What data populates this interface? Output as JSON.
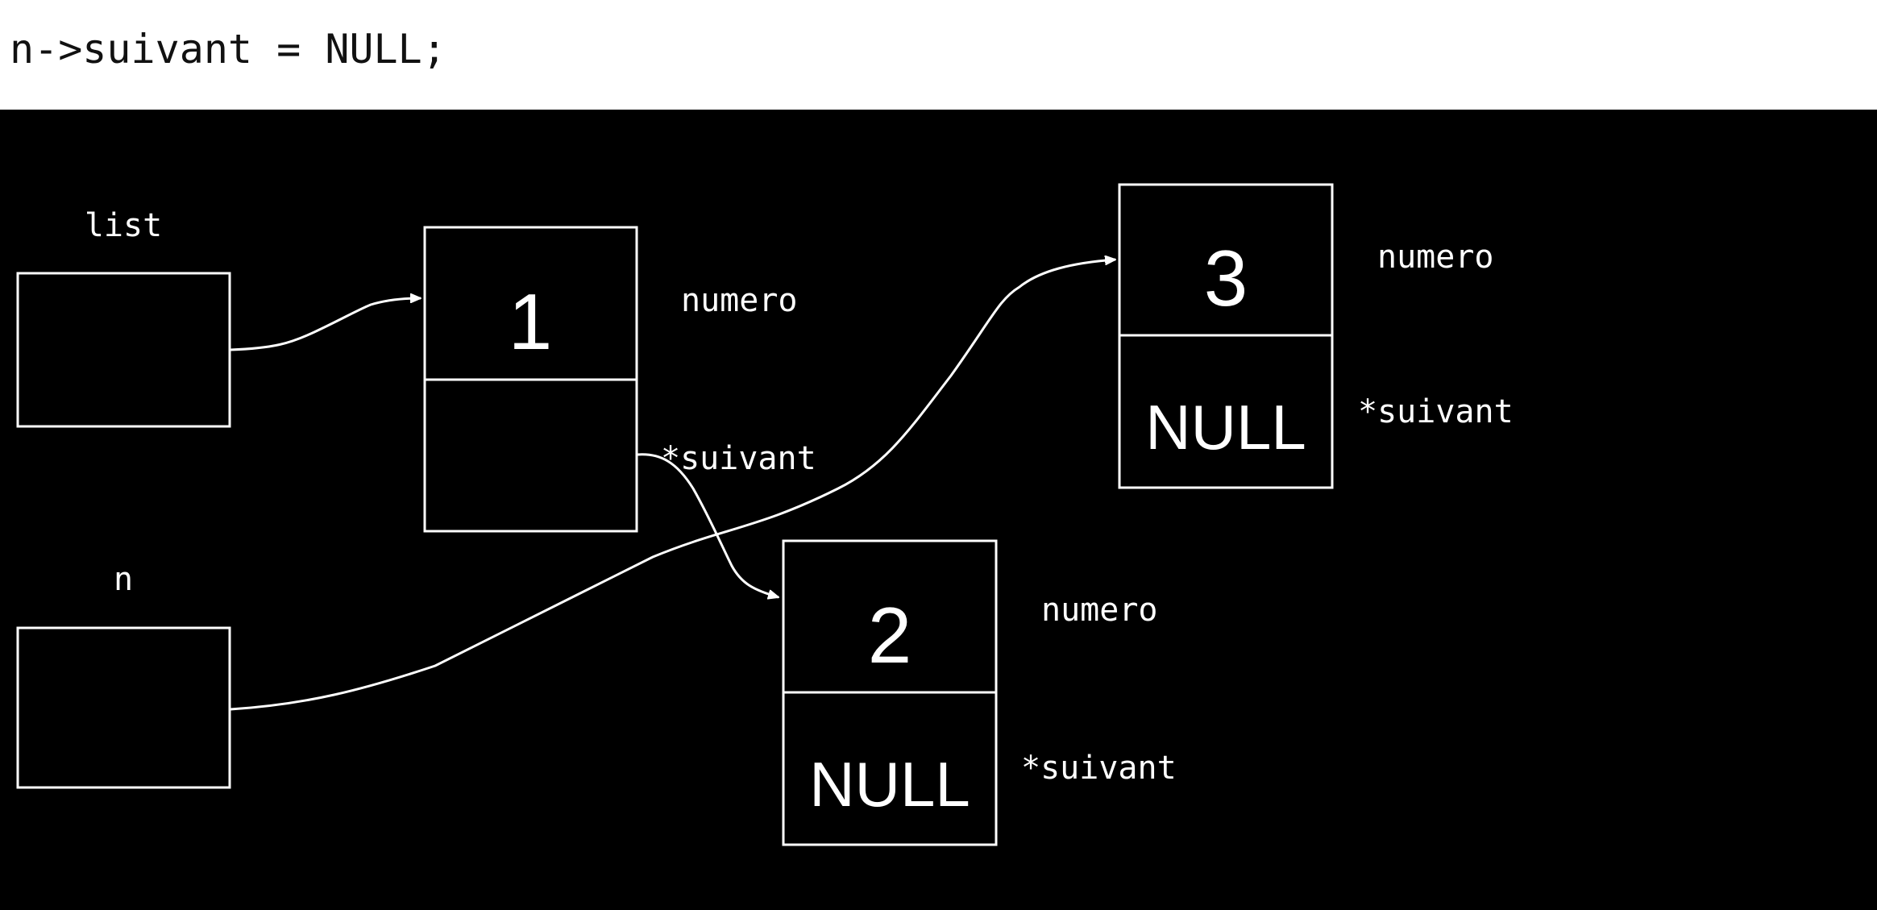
{
  "code": {
    "statement": "n->suivant = NULL;"
  },
  "variables": {
    "list": {
      "label": "list"
    },
    "n": {
      "label": "n"
    }
  },
  "nodes": [
    {
      "value": "1",
      "next": "",
      "field_value_label": "numero",
      "field_next_label": "*suivant"
    },
    {
      "value": "2",
      "next": "NULL",
      "field_value_label": "numero",
      "field_next_label": "*suivant"
    },
    {
      "value": "3",
      "next": "NULL",
      "field_value_label": "numero",
      "field_next_label": "*suivant"
    }
  ],
  "colors": {
    "canvas_background": "#000000",
    "stroke": "#ffffff",
    "header_background": "#ffffff",
    "header_text": "#111111"
  }
}
